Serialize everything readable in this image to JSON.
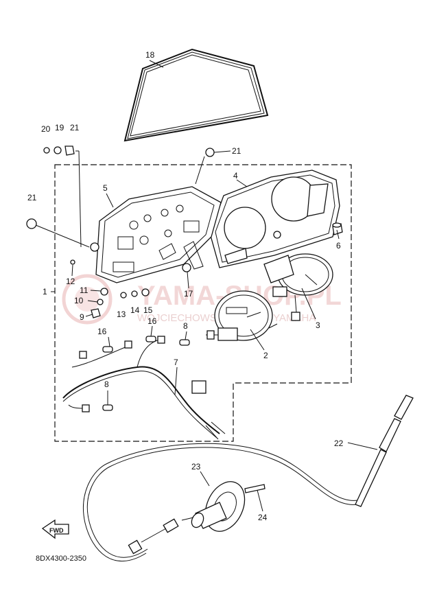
{
  "part_labels": {
    "p1": "1",
    "p2": "2",
    "p3": "3",
    "p4": "4",
    "p5": "5",
    "p6": "6",
    "p7": "7",
    "p8a": "8",
    "p8b": "8",
    "p9": "9",
    "p10": "10",
    "p11": "11",
    "p12": "12",
    "p13": "13",
    "p14": "14",
    "p15": "15",
    "p16a": "16",
    "p16b": "16",
    "p17": "17",
    "p18": "18",
    "p19": "19",
    "p20": "20",
    "p21a": "21",
    "p21b": "21",
    "p21c": "21",
    "p22": "22",
    "p23": "23",
    "p24": "24"
  },
  "fwd_label": "FWD",
  "diagram_code": "8DX4300-2350",
  "watermark": {
    "main": "YAMA-SHOP.PL",
    "sub": "WOJCIECHOWSKI DEALER YAMAHA"
  },
  "colors": {
    "line": "#111111",
    "watermark": "#e9b7b7"
  }
}
